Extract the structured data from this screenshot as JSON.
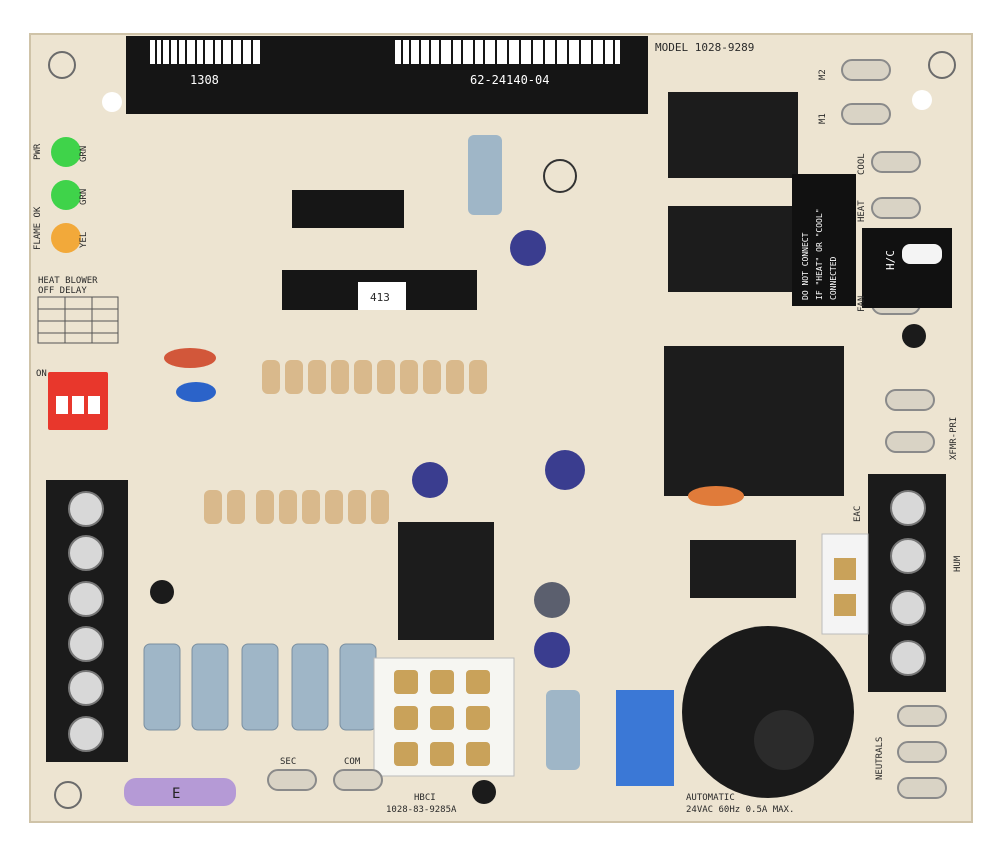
{
  "barcode_labels": {
    "left": "1308",
    "right": "62-24140-04"
  },
  "model": "MODEL  1028-9289",
  "chip_sticker": "413",
  "led_labels": {
    "pwr": "PWR",
    "flame_ok": "FLAME OK",
    "led_top": "GRN",
    "led_mid": "GRN",
    "led_bottom": "YEL"
  },
  "heat_blower": {
    "title": "HEAT BLOWER",
    "subtitle": "OFF DELAY"
  },
  "dip_label": "ON",
  "relay_notice": {
    "line1": "DO NOT CONNECT",
    "line2": "IF \"HEAT\" OR \"COOL\"",
    "line3": "CONNECTED"
  },
  "right_terminals": {
    "m2": "M2",
    "m1": "M1",
    "cool": "COOL",
    "heat": "HEAT",
    "hc": "H/C",
    "fan": "FAN",
    "xfmr": "XFMR-PRI",
    "eac": "EAC",
    "hum": "HUM",
    "neutrals": "NEUTRALS"
  },
  "bottom_labels": {
    "sec": "SEC",
    "com": "COM",
    "fuse": "E",
    "part_top": "HBCI",
    "part_bottom": "1028-83-9285A",
    "buzzer_line1": "AUTOMATIC",
    "buzzer_line2": "24VAC 60Hz 0.5A MAX."
  },
  "colors": {
    "board": "#ede4d1",
    "led_green": "#3fd34a",
    "led_yellow": "#f2a93a",
    "dip": "#e8372c",
    "fuse": "#b59ad6",
    "relay": "#1c1c1c"
  }
}
